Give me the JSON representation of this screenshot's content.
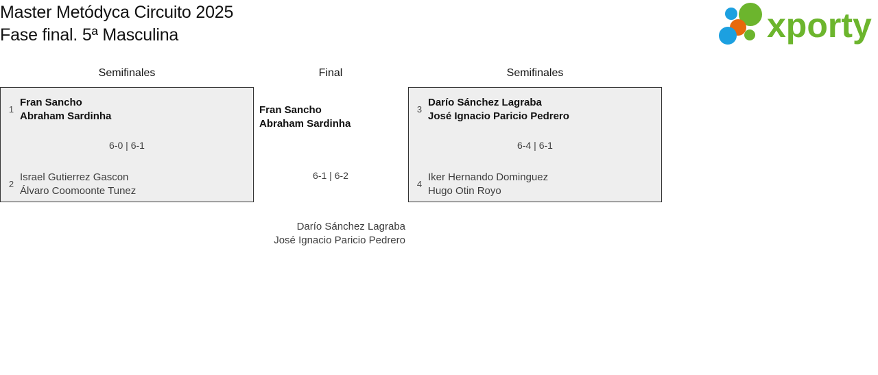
{
  "header": {
    "title": "Master Metódyca Circuito 2025\nFase final. 5ª Masculina",
    "logo_text": "xporty"
  },
  "colors": {
    "logo_green": "#6cb52d",
    "logo_blue": "#1ca0e0",
    "logo_orange": "#e8690b",
    "box_background": "#eeeeee",
    "box_border": "#333333"
  },
  "bracket": {
    "rounds": {
      "left_semifinal_header": "Semifinales",
      "final_header": "Final",
      "right_semifinal_header": "Semifinales"
    },
    "matches": {
      "semifinal_1": {
        "top": {
          "seed": "1",
          "players": "Fran Sancho\nAbraham Sardinha",
          "result": "winner"
        },
        "bottom": {
          "seed": "2",
          "players": "Israel Gutierrez Gascon\nÁlvaro Coomoonte Tunez",
          "result": "loser"
        },
        "score": "6-0 | 6-1"
      },
      "semifinal_2": {
        "top": {
          "seed": "3",
          "players": "Darío Sánchez Lagraba\nJosé Ignacio Paricio Pedrero",
          "result": "winner"
        },
        "bottom": {
          "seed": "4",
          "players": "Iker Hernando Dominguez\nHugo Otin Royo",
          "result": "loser"
        },
        "score": "6-4 | 6-1"
      },
      "final": {
        "winner": "Fran Sancho\nAbraham Sardinha",
        "runner_up": "Darío Sánchez Lagraba\nJosé Ignacio Paricio Pedrero",
        "score": "6-1 | 6-2"
      }
    }
  }
}
